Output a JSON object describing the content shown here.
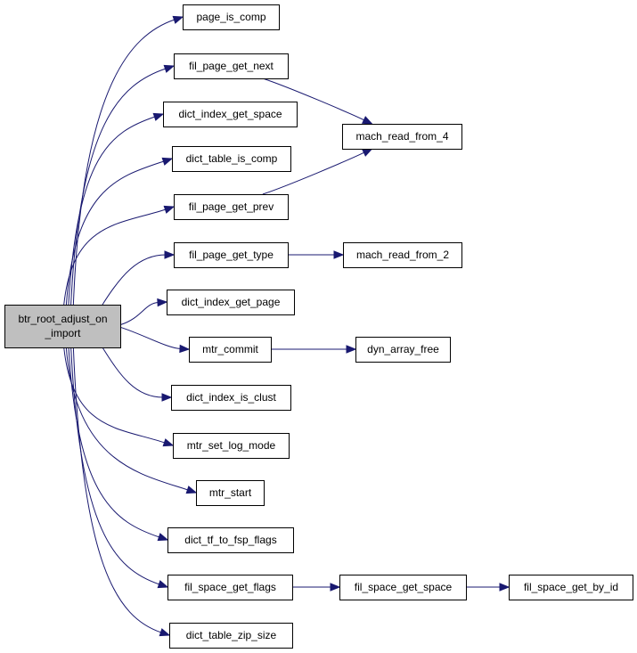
{
  "graph": {
    "nodes": [
      {
        "id": "root",
        "lines": [
          "btr_root_adjust_on",
          "_import"
        ],
        "root": true
      },
      {
        "id": "page_is_comp",
        "lines": [
          "page_is_comp"
        ]
      },
      {
        "id": "fil_page_get_next",
        "lines": [
          "fil_page_get_next"
        ]
      },
      {
        "id": "dict_index_get_space",
        "lines": [
          "dict_index_get_space"
        ]
      },
      {
        "id": "dict_table_is_comp",
        "lines": [
          "dict_table_is_comp"
        ]
      },
      {
        "id": "fil_page_get_prev",
        "lines": [
          "fil_page_get_prev"
        ]
      },
      {
        "id": "fil_page_get_type",
        "lines": [
          "fil_page_get_type"
        ]
      },
      {
        "id": "dict_index_get_page",
        "lines": [
          "dict_index_get_page"
        ]
      },
      {
        "id": "mtr_commit",
        "lines": [
          "mtr_commit"
        ]
      },
      {
        "id": "dict_index_is_clust",
        "lines": [
          "dict_index_is_clust"
        ]
      },
      {
        "id": "mtr_set_log_mode",
        "lines": [
          "mtr_set_log_mode"
        ]
      },
      {
        "id": "mtr_start",
        "lines": [
          "mtr_start"
        ]
      },
      {
        "id": "dict_tf_to_fsp_flags",
        "lines": [
          "dict_tf_to_fsp_flags"
        ]
      },
      {
        "id": "fil_space_get_flags",
        "lines": [
          "fil_space_get_flags"
        ]
      },
      {
        "id": "dict_table_zip_size",
        "lines": [
          "dict_table_zip_size"
        ]
      },
      {
        "id": "mach_read_from_4",
        "lines": [
          "mach_read_from_4"
        ]
      },
      {
        "id": "mach_read_from_2",
        "lines": [
          "mach_read_from_2"
        ]
      },
      {
        "id": "dyn_array_free",
        "lines": [
          "dyn_array_free"
        ]
      },
      {
        "id": "fil_space_get_space",
        "lines": [
          "fil_space_get_space"
        ]
      },
      {
        "id": "fil_space_get_by_id",
        "lines": [
          "fil_space_get_by_id"
        ]
      }
    ],
    "edges": [
      [
        "root",
        "page_is_comp"
      ],
      [
        "root",
        "fil_page_get_next"
      ],
      [
        "root",
        "dict_index_get_space"
      ],
      [
        "root",
        "dict_table_is_comp"
      ],
      [
        "root",
        "fil_page_get_prev"
      ],
      [
        "root",
        "fil_page_get_type"
      ],
      [
        "root",
        "dict_index_get_page"
      ],
      [
        "root",
        "mtr_commit"
      ],
      [
        "root",
        "dict_index_is_clust"
      ],
      [
        "root",
        "mtr_set_log_mode"
      ],
      [
        "root",
        "mtr_start"
      ],
      [
        "root",
        "dict_tf_to_fsp_flags"
      ],
      [
        "root",
        "fil_space_get_flags"
      ],
      [
        "root",
        "dict_table_zip_size"
      ],
      [
        "fil_page_get_next",
        "mach_read_from_4"
      ],
      [
        "fil_page_get_prev",
        "mach_read_from_4"
      ],
      [
        "fil_page_get_type",
        "mach_read_from_2"
      ],
      [
        "mtr_commit",
        "dyn_array_free"
      ],
      [
        "fil_space_get_flags",
        "fil_space_get_space"
      ],
      [
        "fil_space_get_space",
        "fil_space_get_by_id"
      ]
    ]
  },
  "colors": {
    "edge": "#191970",
    "root_fill": "#bfbfbf",
    "node_fill": "#ffffff",
    "node_border": "#000000"
  }
}
